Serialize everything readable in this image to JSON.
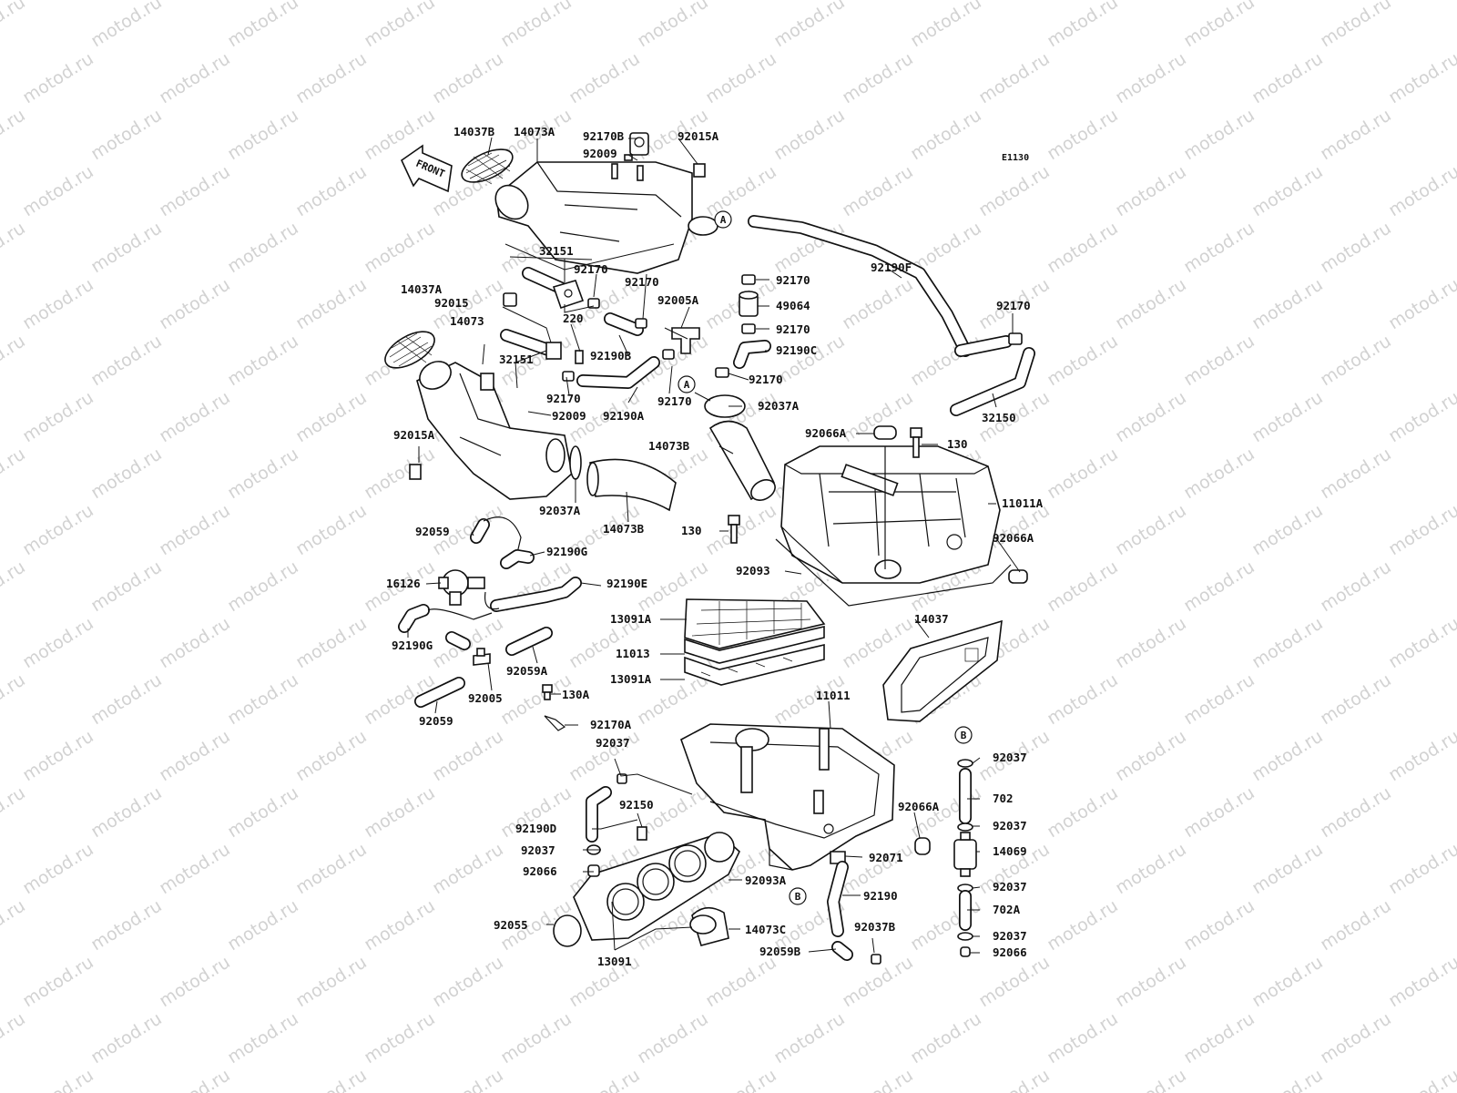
{
  "diagram_code": "E1130",
  "front_label": "FRONT",
  "watermark": "motod.ru",
  "ref_markers": [
    "A",
    "A",
    "B",
    "B"
  ],
  "labels": {
    "l14037B": "14037B",
    "l14073A": "14073A",
    "l92170B": "92170B",
    "l92015A_top": "92015A",
    "l92009_top": "92009",
    "l32151_top": "32151",
    "l92170_a": "92170",
    "l92170_b": "92170",
    "l92005A": "92005A",
    "l220": "220",
    "l14037A": "14037A",
    "l92015": "92015",
    "l14073": "14073",
    "l92190B": "92190B",
    "l32151_mid": "32151",
    "l92170_c": "92170",
    "l92190A": "92190A",
    "l92170_d": "92170",
    "l92009_mid": "92009",
    "l92015A_left": "92015A",
    "l92037A_left": "92037A",
    "l14073B_low": "14073B",
    "l92059_a": "92059",
    "l92190G_a": "92190G",
    "l16126": "16126",
    "l92190E": "92190E",
    "l92190G_b": "92190G",
    "l92059A": "92059A",
    "l92005": "92005",
    "l130A": "130A",
    "l92059_b": "92059",
    "l92170A": "92170A",
    "l92037_mid": "92037",
    "l92150": "92150",
    "l92190D": "92190D",
    "l92037_low": "92037",
    "l92066_low": "92066",
    "l92093A": "92093A",
    "l92055": "92055",
    "l13091": "13091",
    "l14073C": "14073C",
    "l92170_e": "92170",
    "l49064": "49064",
    "l92170_f": "92170",
    "l92190C": "92190C",
    "l92170_g": "92170",
    "l92037A_right": "92037A",
    "l92190F": "92190F",
    "l92170_h": "92170",
    "l32150": "32150",
    "l92066A_top": "92066A",
    "l130_a": "130",
    "l14073B_up": "14073B",
    "l11011A": "11011A",
    "l130_b": "130",
    "l92066A_mid": "92066A",
    "l92093": "92093",
    "l13091A_up": "13091A",
    "l11013": "11013",
    "l13091A_low": "13091A",
    "l14037": "14037",
    "l11011": "11011",
    "l92066A_low": "92066A",
    "l92071": "92071",
    "l92190": "92190",
    "l92037B": "92037B",
    "l92059B": "92059B",
    "l92037_r1": "92037",
    "l702": "702",
    "l92037_r2": "92037",
    "l14069": "14069",
    "l92037_r3": "92037",
    "l702A": "702A",
    "l92037_r4": "92037",
    "l92066_r": "92066"
  }
}
